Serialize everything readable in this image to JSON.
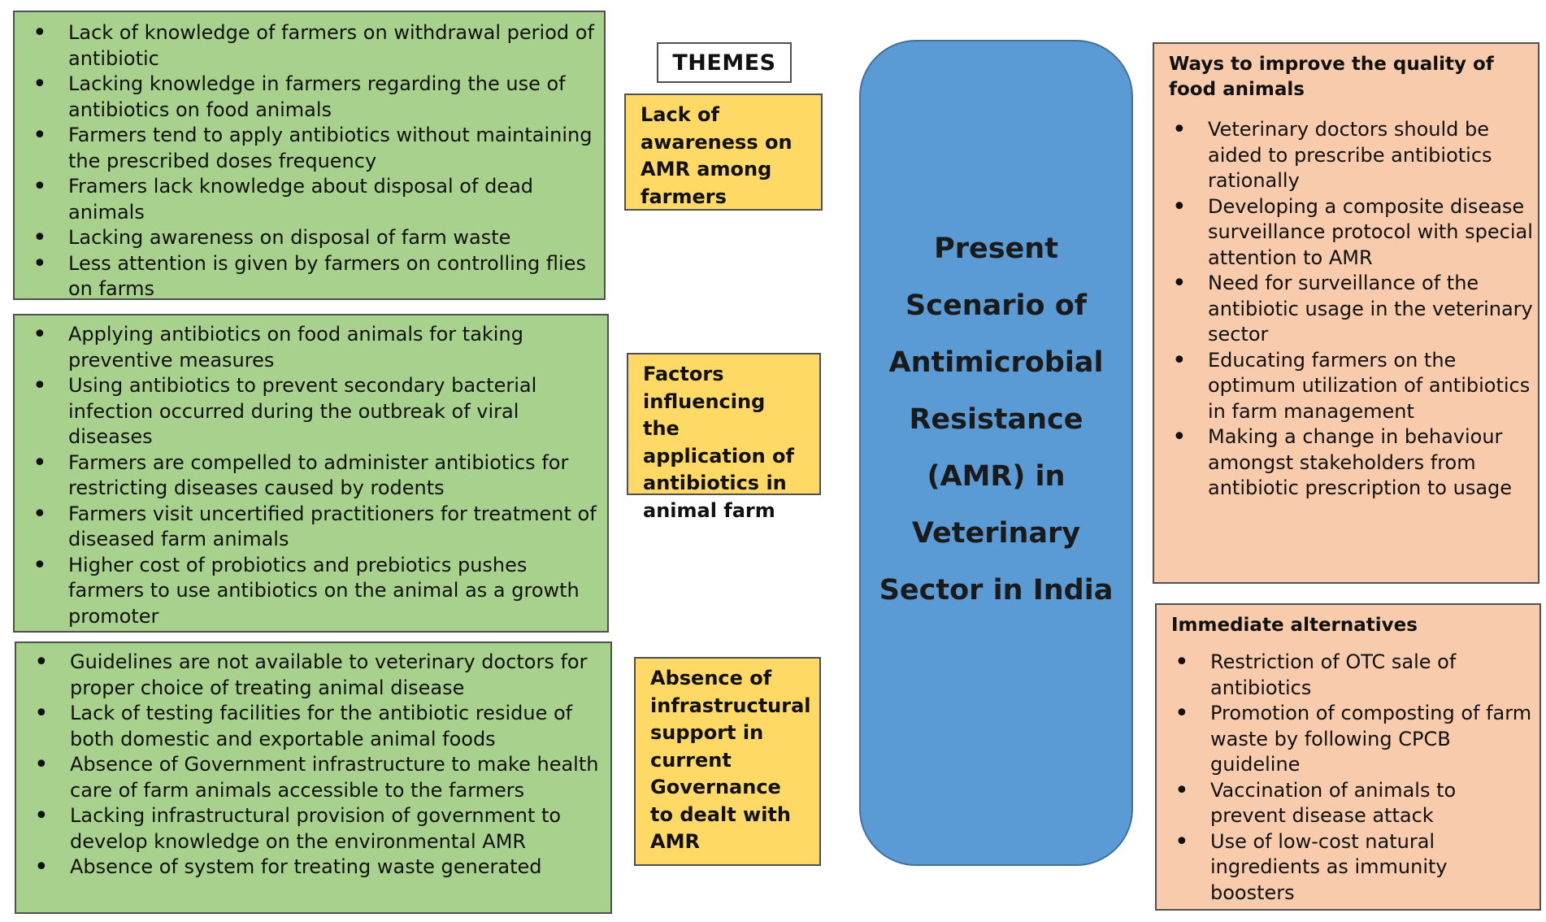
{
  "left_boxes": [
    {
      "items": [
        "Lack of knowledge of farmers on withdrawal period of antibiotic",
        "Lacking knowledge in farmers regarding the use of antibiotics on food animals",
        "Farmers tend to apply antibiotics without maintaining the prescribed doses frequency",
        "Framers lack knowledge about disposal of dead animals",
        "Lacking awareness on disposal of farm waste",
        "Less attention is given by farmers on controlling flies on farms"
      ]
    },
    {
      "items": [
        "Applying antibiotics on food animals for taking preventive measures",
        "Using antibiotics to prevent secondary bacterial infection occurred during the outbreak of viral diseases",
        "Farmers are compelled to administer antibiotics for restricting diseases caused by rodents",
        "Farmers visit uncertified practitioners for treatment of diseased farm animals",
        "Higher cost of probiotics and prebiotics pushes farmers to use antibiotics on the animal as a growth promoter"
      ]
    },
    {
      "items": [
        "Guidelines are not available to veterinary doctors for proper choice of treating animal disease",
        "Lack of testing facilities for the antibiotic residue of both domestic and exportable animal foods",
        "Absence of Government infrastructure to make health care of farm animals accessible to the farmers",
        "Lacking infrastructural provision of government to develop knowledge on the environmental AMR",
        "Absence of system for treating waste generated"
      ]
    }
  ],
  "themes_label": "THEMES",
  "themes": [
    "Lack of awareness on AMR among farmers",
    "Factors influencing the application of antibiotics in animal farm",
    "Absence of infrastructural support in current Governance to dealt with AMR"
  ],
  "center_title": "Present Scenario of Antimicrobial Resistance (AMR) in Veterinary Sector in India",
  "right_boxes": [
    {
      "heading": "Ways to improve the quality of food animals",
      "items": [
        "Veterinary doctors should be aided to prescribe antibiotics rationally",
        "Developing a composite disease surveillance protocol with special attention to AMR",
        "Need for surveillance of the antibiotic usage in the veterinary sector",
        "Educating farmers on the optimum utilization of antibiotics in farm management",
        "Making a change in behaviour amongst stakeholders from antibiotic prescription to usage"
      ]
    },
    {
      "heading": "Immediate alternatives",
      "items": [
        "Restriction of OTC sale of antibiotics",
        "Promotion of composting of farm waste by following CPCB guideline",
        "Vaccination of animals to prevent disease attack",
        "Use of low-cost natural ingredients as immunity boosters"
      ]
    }
  ],
  "colors": {
    "green_box": "#a9d18e",
    "yellow_box": "#ffd966",
    "center_box": "#5b9bd5",
    "peach_box": "#f8cbad"
  }
}
